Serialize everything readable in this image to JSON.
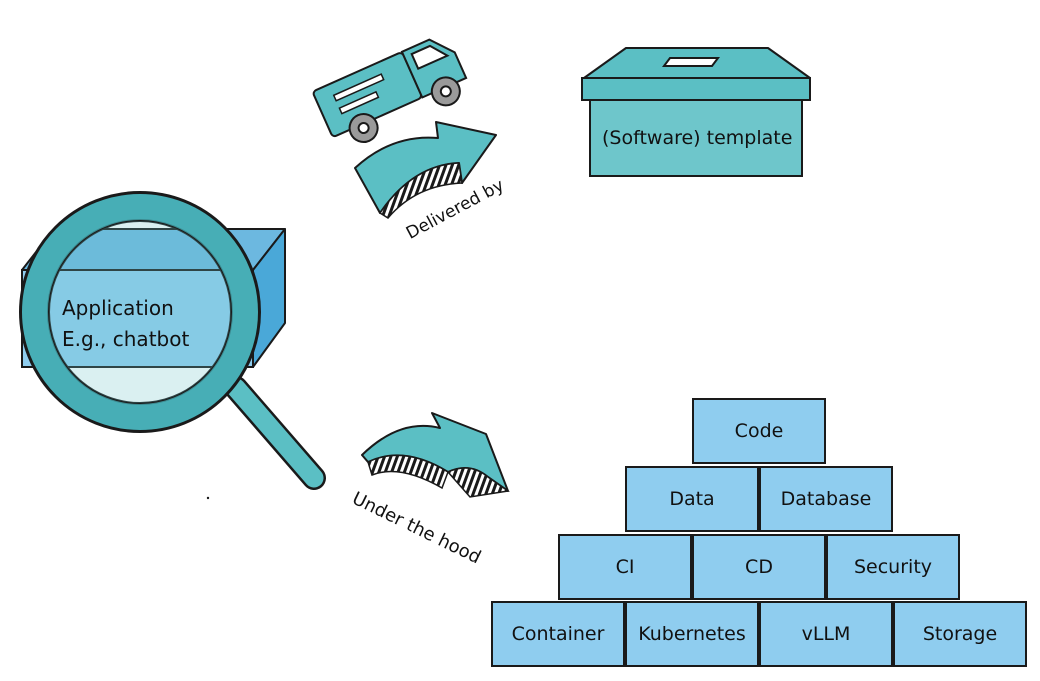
{
  "colors": {
    "teal": "#5bbfc4",
    "teal_dark": "#3aa8b0",
    "blue": "#8fcdef",
    "outline": "#1a1a1a"
  },
  "template_box": {
    "label": "(Software) template"
  },
  "delivery": {
    "label": "Delivered by",
    "icon": "truck-icon"
  },
  "application": {
    "line1": "Application",
    "line2": "E.g., chatbot",
    "icon": "magnifying-glass-icon"
  },
  "under_hood": {
    "label": "Under the hood"
  },
  "pyramid": {
    "rows": [
      [
        "Code"
      ],
      [
        "Data",
        "Database"
      ],
      [
        "CI",
        "CD",
        "Security"
      ],
      [
        "Container",
        "Kubernetes",
        "vLLM",
        "Storage"
      ]
    ]
  }
}
